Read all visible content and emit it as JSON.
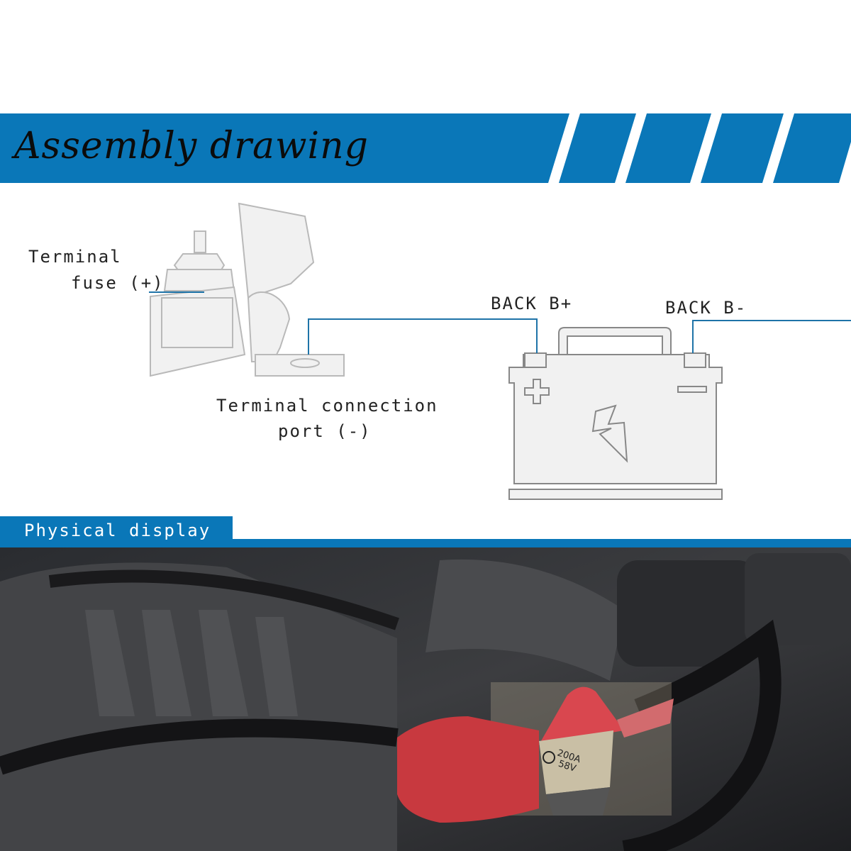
{
  "header": {
    "title": "Assembly drawing"
  },
  "diagram": {
    "labels": {
      "terminal_fuse_line1": "Terminal",
      "terminal_fuse_line2": "fuse (+)",
      "connection_port_line1": "Terminal connection",
      "connection_port_line2": "port (-)",
      "back_b_plus": "BACK B+",
      "back_b_minus": "BACK B-"
    }
  },
  "section": {
    "title": "Physical display"
  },
  "photo": {
    "fuse_rating_current": "200A",
    "fuse_rating_voltage": "58V"
  },
  "colors": {
    "brand_blue": "#0a77b8",
    "fuse_red": "#d9474f"
  }
}
